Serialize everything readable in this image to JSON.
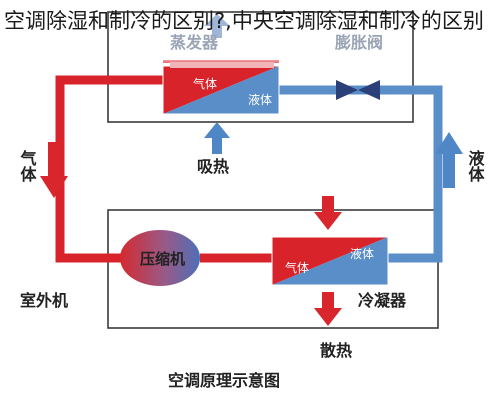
{
  "headline": "空调除湿和制冷的区别?,中央空调除湿和制冷的区别",
  "evaporator": {
    "title": "蒸发器",
    "gas_label": "气体",
    "liquid_label": "液体",
    "heat_label": "吸热"
  },
  "expansion_valve": {
    "label": "膨胀阀"
  },
  "left_flow": {
    "label": "气体"
  },
  "right_flow": {
    "label": "液体"
  },
  "outdoor_unit": {
    "label": "室外机",
    "compressor_label": "压缩机"
  },
  "condenser": {
    "title": "冷凝器",
    "gas_label": "气体",
    "liquid_label": "液体",
    "heat_label": "散热"
  },
  "caption": "空调原理示意图",
  "colors": {
    "hot_pipe": "#d8232a",
    "cold_pipe": "#5a8ec8",
    "box_border": "#3b3b3b",
    "compressor_red": "#d42a2f",
    "compressor_blue": "#4d6fb8",
    "arrow_red": "#d9262c",
    "arrow_blue": "#4f86c6"
  }
}
